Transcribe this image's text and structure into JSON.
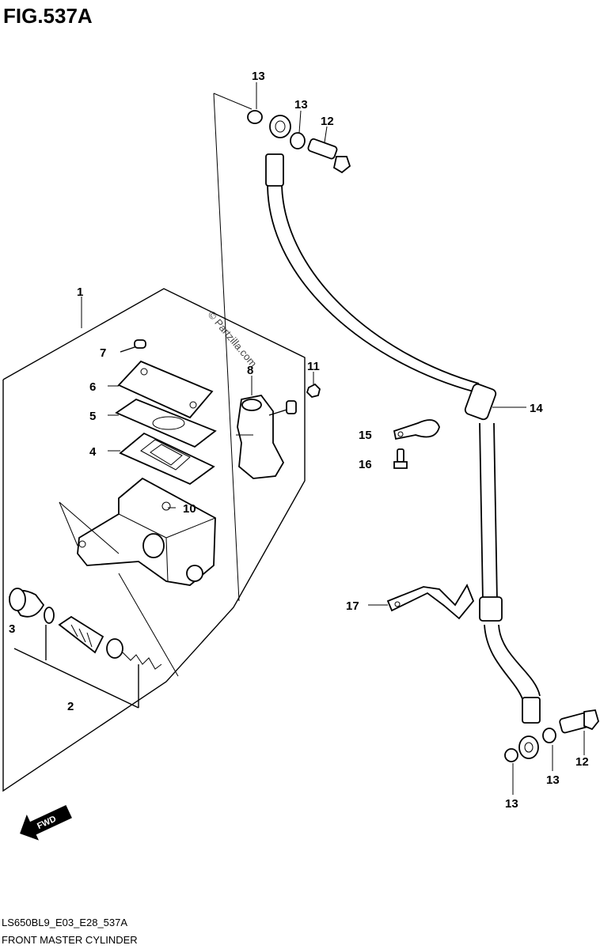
{
  "figure": {
    "title": "FIG.537A",
    "watermark": "© Partzilla.com",
    "code": "LS650BL9_E03_E28_537A",
    "subtitle": "FRONT MASTER CYLINDER",
    "fwd_label": "FWD"
  },
  "callouts": [
    {
      "id": "c1",
      "label": "1"
    },
    {
      "id": "c2",
      "label": "2"
    },
    {
      "id": "c3",
      "label": "3"
    },
    {
      "id": "c4",
      "label": "4"
    },
    {
      "id": "c5",
      "label": "5"
    },
    {
      "id": "c6",
      "label": "6"
    },
    {
      "id": "c7",
      "label": "7"
    },
    {
      "id": "c8",
      "label": "8"
    },
    {
      "id": "c10",
      "label": "10"
    },
    {
      "id": "c11",
      "label": "11"
    },
    {
      "id": "c12a",
      "label": "12"
    },
    {
      "id": "c12b",
      "label": "12"
    },
    {
      "id": "c13a",
      "label": "13"
    },
    {
      "id": "c13b",
      "label": "13"
    },
    {
      "id": "c13c",
      "label": "13"
    },
    {
      "id": "c13d",
      "label": "13"
    },
    {
      "id": "c14",
      "label": "14"
    },
    {
      "id": "c15",
      "label": "15"
    },
    {
      "id": "c16",
      "label": "16"
    },
    {
      "id": "c17",
      "label": "17"
    }
  ]
}
